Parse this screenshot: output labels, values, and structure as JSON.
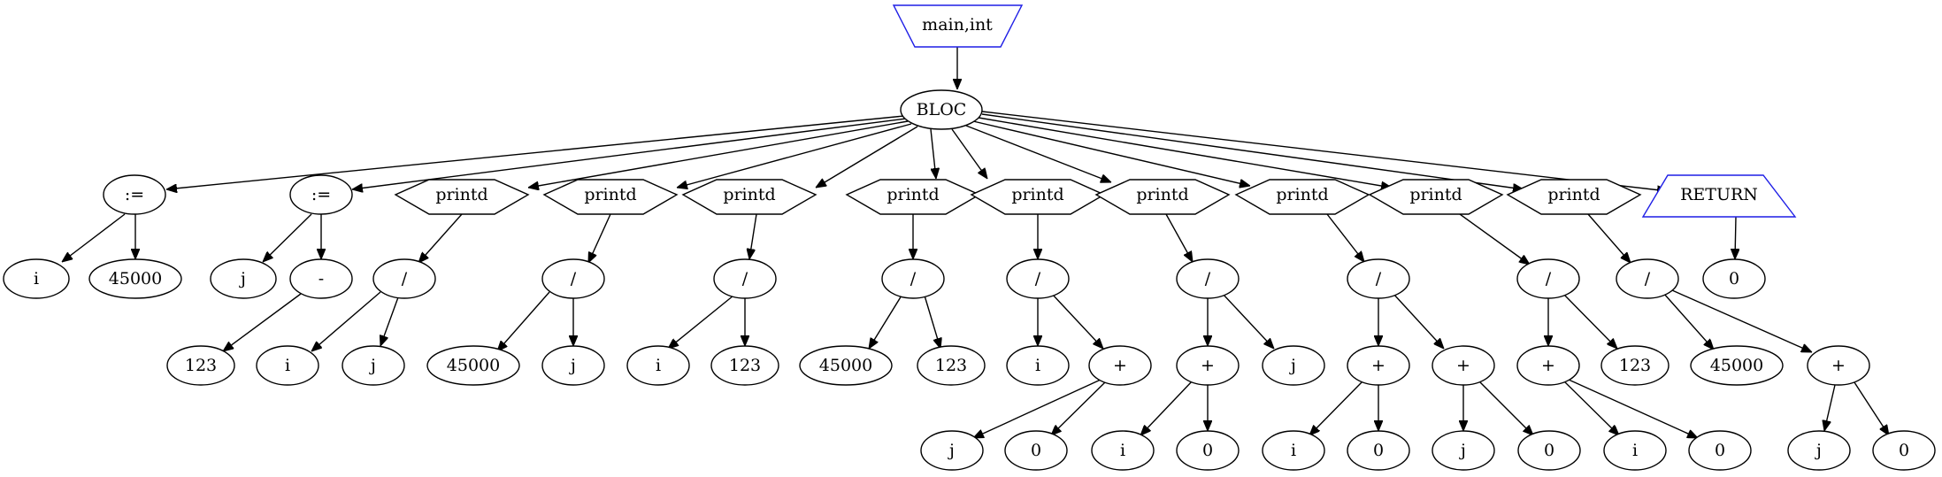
{
  "colors": {
    "stroke": "#000000",
    "accent": "#1f1fe6",
    "background": "#ffffff"
  },
  "nodes": {
    "main": "main,int",
    "bloc": "BLOC",
    "assign1": ":=",
    "assign1_i": "i",
    "assign1_45000": "45000",
    "assign2": ":=",
    "assign2_j": "j",
    "assign2_minus": "-",
    "assign2_123": "123",
    "p1": "printd",
    "p1_div": "/",
    "p1_i": "i",
    "p1_j": "j",
    "p2": "printd",
    "p2_div": "/",
    "p2_45000": "45000",
    "p2_j": "j",
    "p3": "printd",
    "p3_div": "/",
    "p3_i": "i",
    "p3_123": "123",
    "p4": "printd",
    "p4_div": "/",
    "p4_45000": "45000",
    "p4_123": "123",
    "p5": "printd",
    "p5_div": "/",
    "p5_i": "i",
    "p5_plus": "+",
    "p5_j": "j",
    "p5_0": "0",
    "p6": "printd",
    "p6_div": "/",
    "p6_plus": "+",
    "p6_i": "i",
    "p6_0": "0",
    "p6_j": "j",
    "p7": "printd",
    "p7_div": "/",
    "p7_plus1": "+",
    "p7_i": "i",
    "p7_0a": "0",
    "p7_plus2": "+",
    "p7_j": "j",
    "p7_0b": "0",
    "p8": "printd",
    "p8_div": "/",
    "p8_plus": "+",
    "p8_i": "i",
    "p8_0": "0",
    "p8_123": "123",
    "p9": "printd",
    "p9_div": "/",
    "p9_45000": "45000",
    "p9_plus": "+",
    "p9_j": "j",
    "p9_0": "0",
    "ret": "RETURN",
    "ret_0": "0"
  }
}
